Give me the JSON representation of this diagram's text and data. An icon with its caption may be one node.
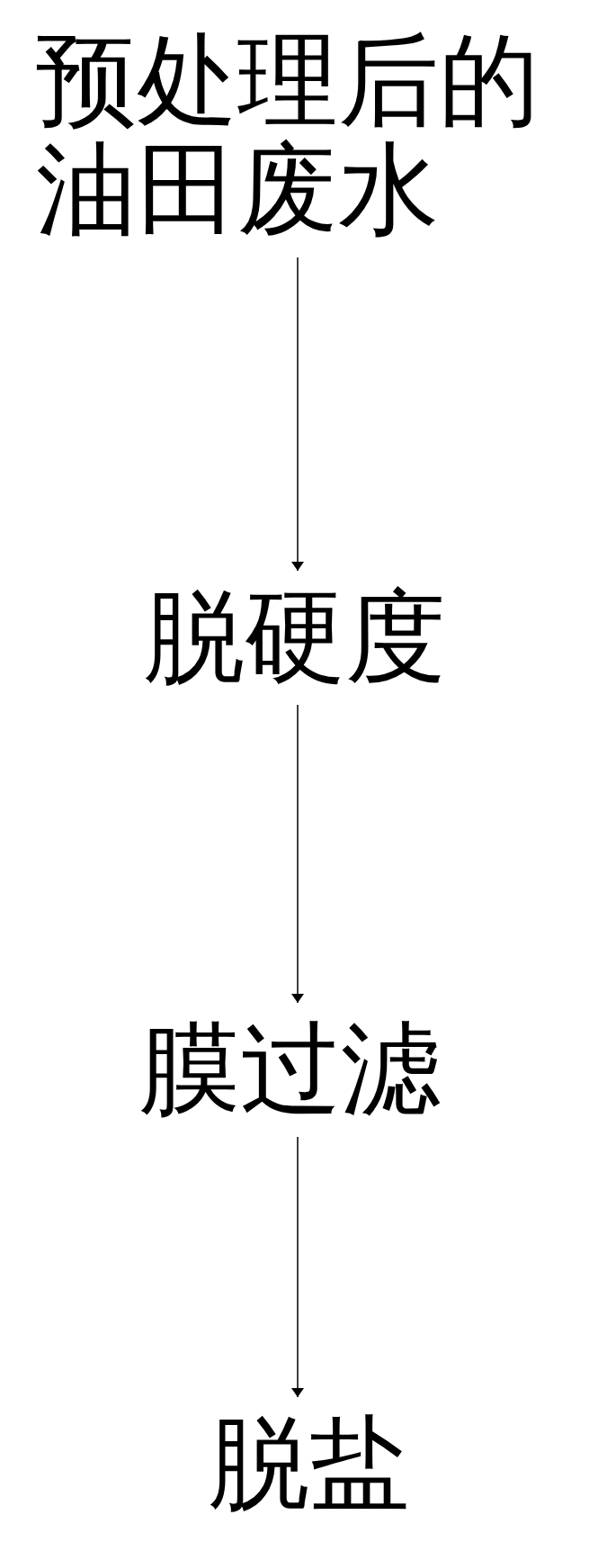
{
  "diagram": {
    "nodes": [
      {
        "text": [
          "预处理后的油田废水"
        ]
      },
      {
        "text": [
          "脱硬度"
        ]
      },
      {
        "text": [
          "膜过滤"
        ]
      },
      {
        "text": [
          "脱盐"
        ]
      }
    ],
    "edges": [
      {
        "from": 0,
        "to": 1,
        "arrow": "to"
      },
      {
        "from": 1,
        "to": 2,
        "arrow": "to"
      },
      {
        "from": 2,
        "to": 3,
        "arrow": "to"
      }
    ]
  }
}
